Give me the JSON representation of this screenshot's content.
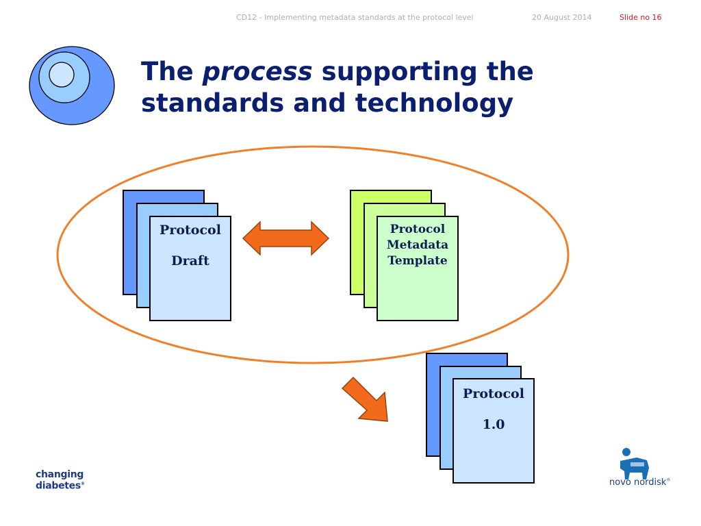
{
  "header": {
    "document_title": "CD12 - Implementing metadata standards at the protocol level",
    "date": "20 August 2014",
    "slide_number": "Slide no 16"
  },
  "title": {
    "part1": "The ",
    "emphasis": "process",
    "part2": " supporting the standards and technology"
  },
  "diagram": {
    "documents": [
      {
        "id": "protocol-draft",
        "line1": "Protocol",
        "line2": "Draft"
      },
      {
        "id": "protocol-metadata-template",
        "line1": "Protocol",
        "line2": "Metadata",
        "line3": "Template"
      },
      {
        "id": "protocol-1-0",
        "line1": "Protocol",
        "line2": "1.0"
      }
    ],
    "colors": {
      "ellipse_outline": "#f07f2a",
      "arrow_fill": "#f26b1d",
      "arrow_outline": "#c45410",
      "blue_back": "#6699ff",
      "blue_middle": "#99ccff",
      "blue_front": "#cce6ff",
      "green_back": "#ccff66",
      "green_middle": "#ccff99",
      "green_front": "#ccffcc"
    }
  },
  "footer": {
    "left_brand": "changing diabetes",
    "left_brand_line1": "changing",
    "left_brand_line2": "diabetes",
    "right_brand": "novo nordisk"
  },
  "icons": [
    "target-circles-icon",
    "bull-logo-icon"
  ]
}
